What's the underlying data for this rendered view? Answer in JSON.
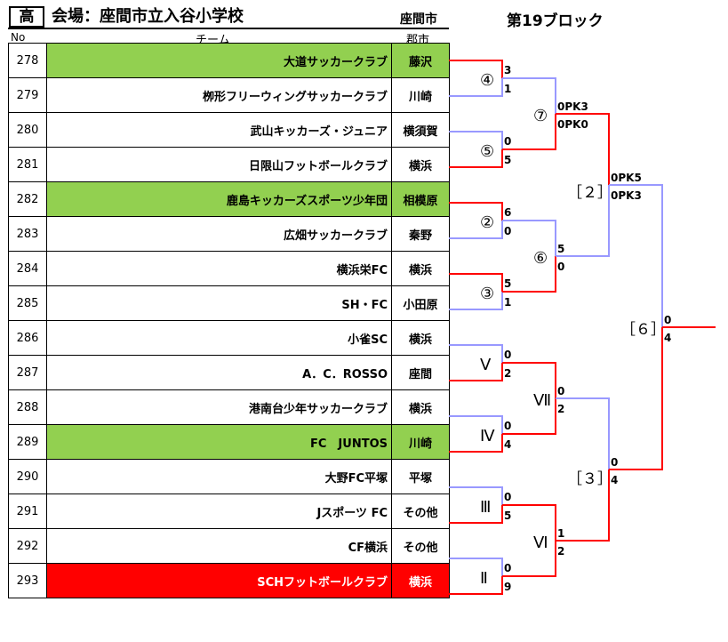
{
  "header": {
    "badge": "高",
    "venue": "会場：座間市立入谷小学校",
    "city_header": "座間市",
    "block": "第19ブロック",
    "col_no": "No",
    "col_team": "チーム",
    "col_city": "郡市"
  },
  "teams": [
    {
      "no": "278",
      "name": "大道サッカークラブ",
      "city": "藤沢",
      "style": "green"
    },
    {
      "no": "279",
      "name": "栁形フリーウィングサッカークラブ",
      "city": "川崎",
      "style": ""
    },
    {
      "no": "280",
      "name": "武山キッカーズ・ジュニア",
      "city": "横須賀",
      "style": ""
    },
    {
      "no": "281",
      "name": "日限山フットボールクラブ",
      "city": "横浜",
      "style": ""
    },
    {
      "no": "282",
      "name": "鹿島キッカーズスポーツ少年団",
      "city": "相模原",
      "style": "green"
    },
    {
      "no": "283",
      "name": "広畑サッカークラブ",
      "city": "秦野",
      "style": ""
    },
    {
      "no": "284",
      "name": "横浜栄FC",
      "city": "横浜",
      "style": ""
    },
    {
      "no": "285",
      "name": "SH・FC",
      "city": "小田原",
      "style": ""
    },
    {
      "no": "286",
      "name": "小雀SC",
      "city": "横浜",
      "style": ""
    },
    {
      "no": "287",
      "name": "A．C．ROSSO",
      "city": "座間",
      "style": ""
    },
    {
      "no": "288",
      "name": "港南台少年サッカークラブ",
      "city": "横浜",
      "style": ""
    },
    {
      "no": "289",
      "name": "FC　JUNTOS",
      "city": "川崎",
      "style": "green"
    },
    {
      "no": "290",
      "name": "大野FC平塚",
      "city": "平塚",
      "style": ""
    },
    {
      "no": "291",
      "name": "Jスポーツ FC",
      "city": "その他",
      "style": ""
    },
    {
      "no": "292",
      "name": "CF横浜",
      "city": "その他",
      "style": ""
    },
    {
      "no": "293",
      "name": "SCHフットボールクラブ",
      "city": "横浜",
      "style": "red"
    }
  ],
  "bracket": {
    "colors": {
      "win": "#ff0000",
      "lose": "#9999ff"
    },
    "match_labels": [
      "④",
      "⑤",
      "②",
      "③",
      "⑦",
      "⑥",
      "Ⅴ",
      "Ⅳ",
      "Ⅲ",
      "Ⅱ",
      "Ⅶ",
      "Ⅵ"
    ],
    "semi_labels": [
      "［２］",
      "［３］",
      "［６］"
    ],
    "scores": {
      "m4": [
        "3",
        "1"
      ],
      "m5": [
        "0",
        "5"
      ],
      "m2": [
        "6",
        "0"
      ],
      "m3": [
        "5",
        "1"
      ],
      "m7": [
        "0PK3",
        "0PK0"
      ],
      "m6": [
        "5",
        "0"
      ],
      "mV": [
        "0",
        "2"
      ],
      "mIV": [
        "0",
        "4"
      ],
      "mIII": [
        "0",
        "5"
      ],
      "mII": [
        "0",
        "9"
      ],
      "mVII": [
        "0",
        "2"
      ],
      "mVI": [
        "1",
        "2"
      ],
      "s2": [
        "0PK5",
        "0PK3"
      ],
      "s3": [
        "0",
        "4"
      ],
      "final": [
        "0",
        "4"
      ]
    }
  }
}
